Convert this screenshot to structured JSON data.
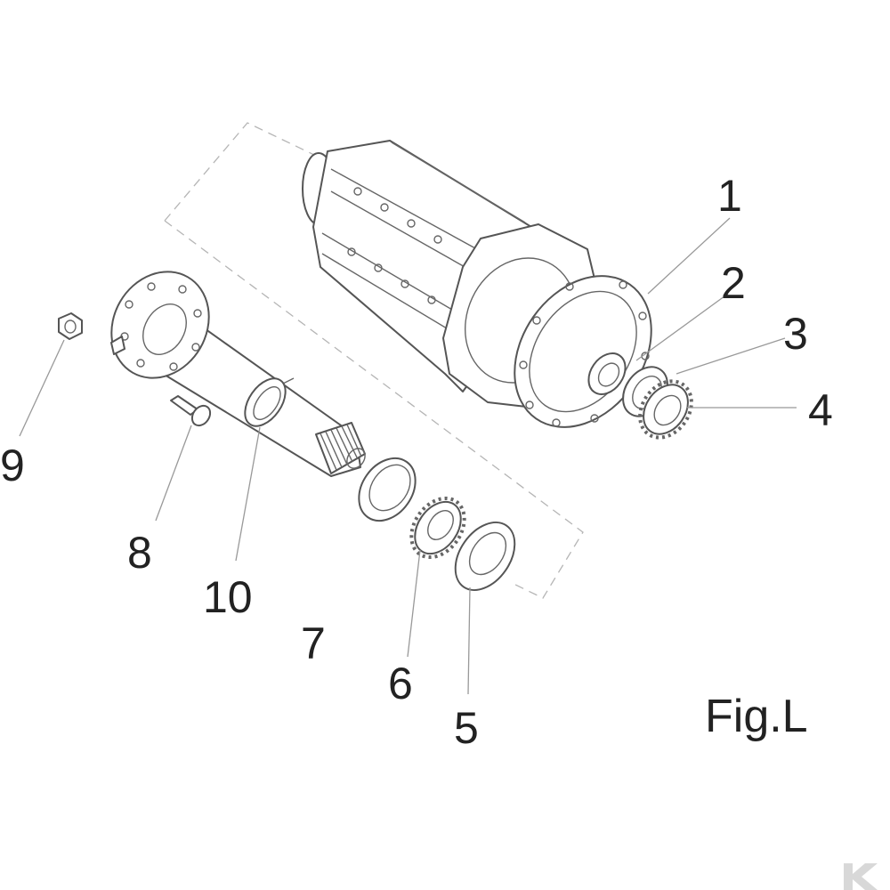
{
  "figure": {
    "label": "Fig.L"
  },
  "callouts": [
    {
      "id": "1",
      "text": "1"
    },
    {
      "id": "2",
      "text": "2"
    },
    {
      "id": "3",
      "text": "3"
    },
    {
      "id": "4",
      "text": "4"
    },
    {
      "id": "5",
      "text": "5"
    },
    {
      "id": "6",
      "text": "6"
    },
    {
      "id": "7",
      "text": "7"
    },
    {
      "id": "8",
      "text": "8"
    },
    {
      "id": "9",
      "text": "9"
    },
    {
      "id": "10",
      "text": "10"
    }
  ],
  "colors": {
    "line": "#555555",
    "leader": "#999999",
    "text": "#222222",
    "background": "#ffffff"
  },
  "watermark": "K"
}
